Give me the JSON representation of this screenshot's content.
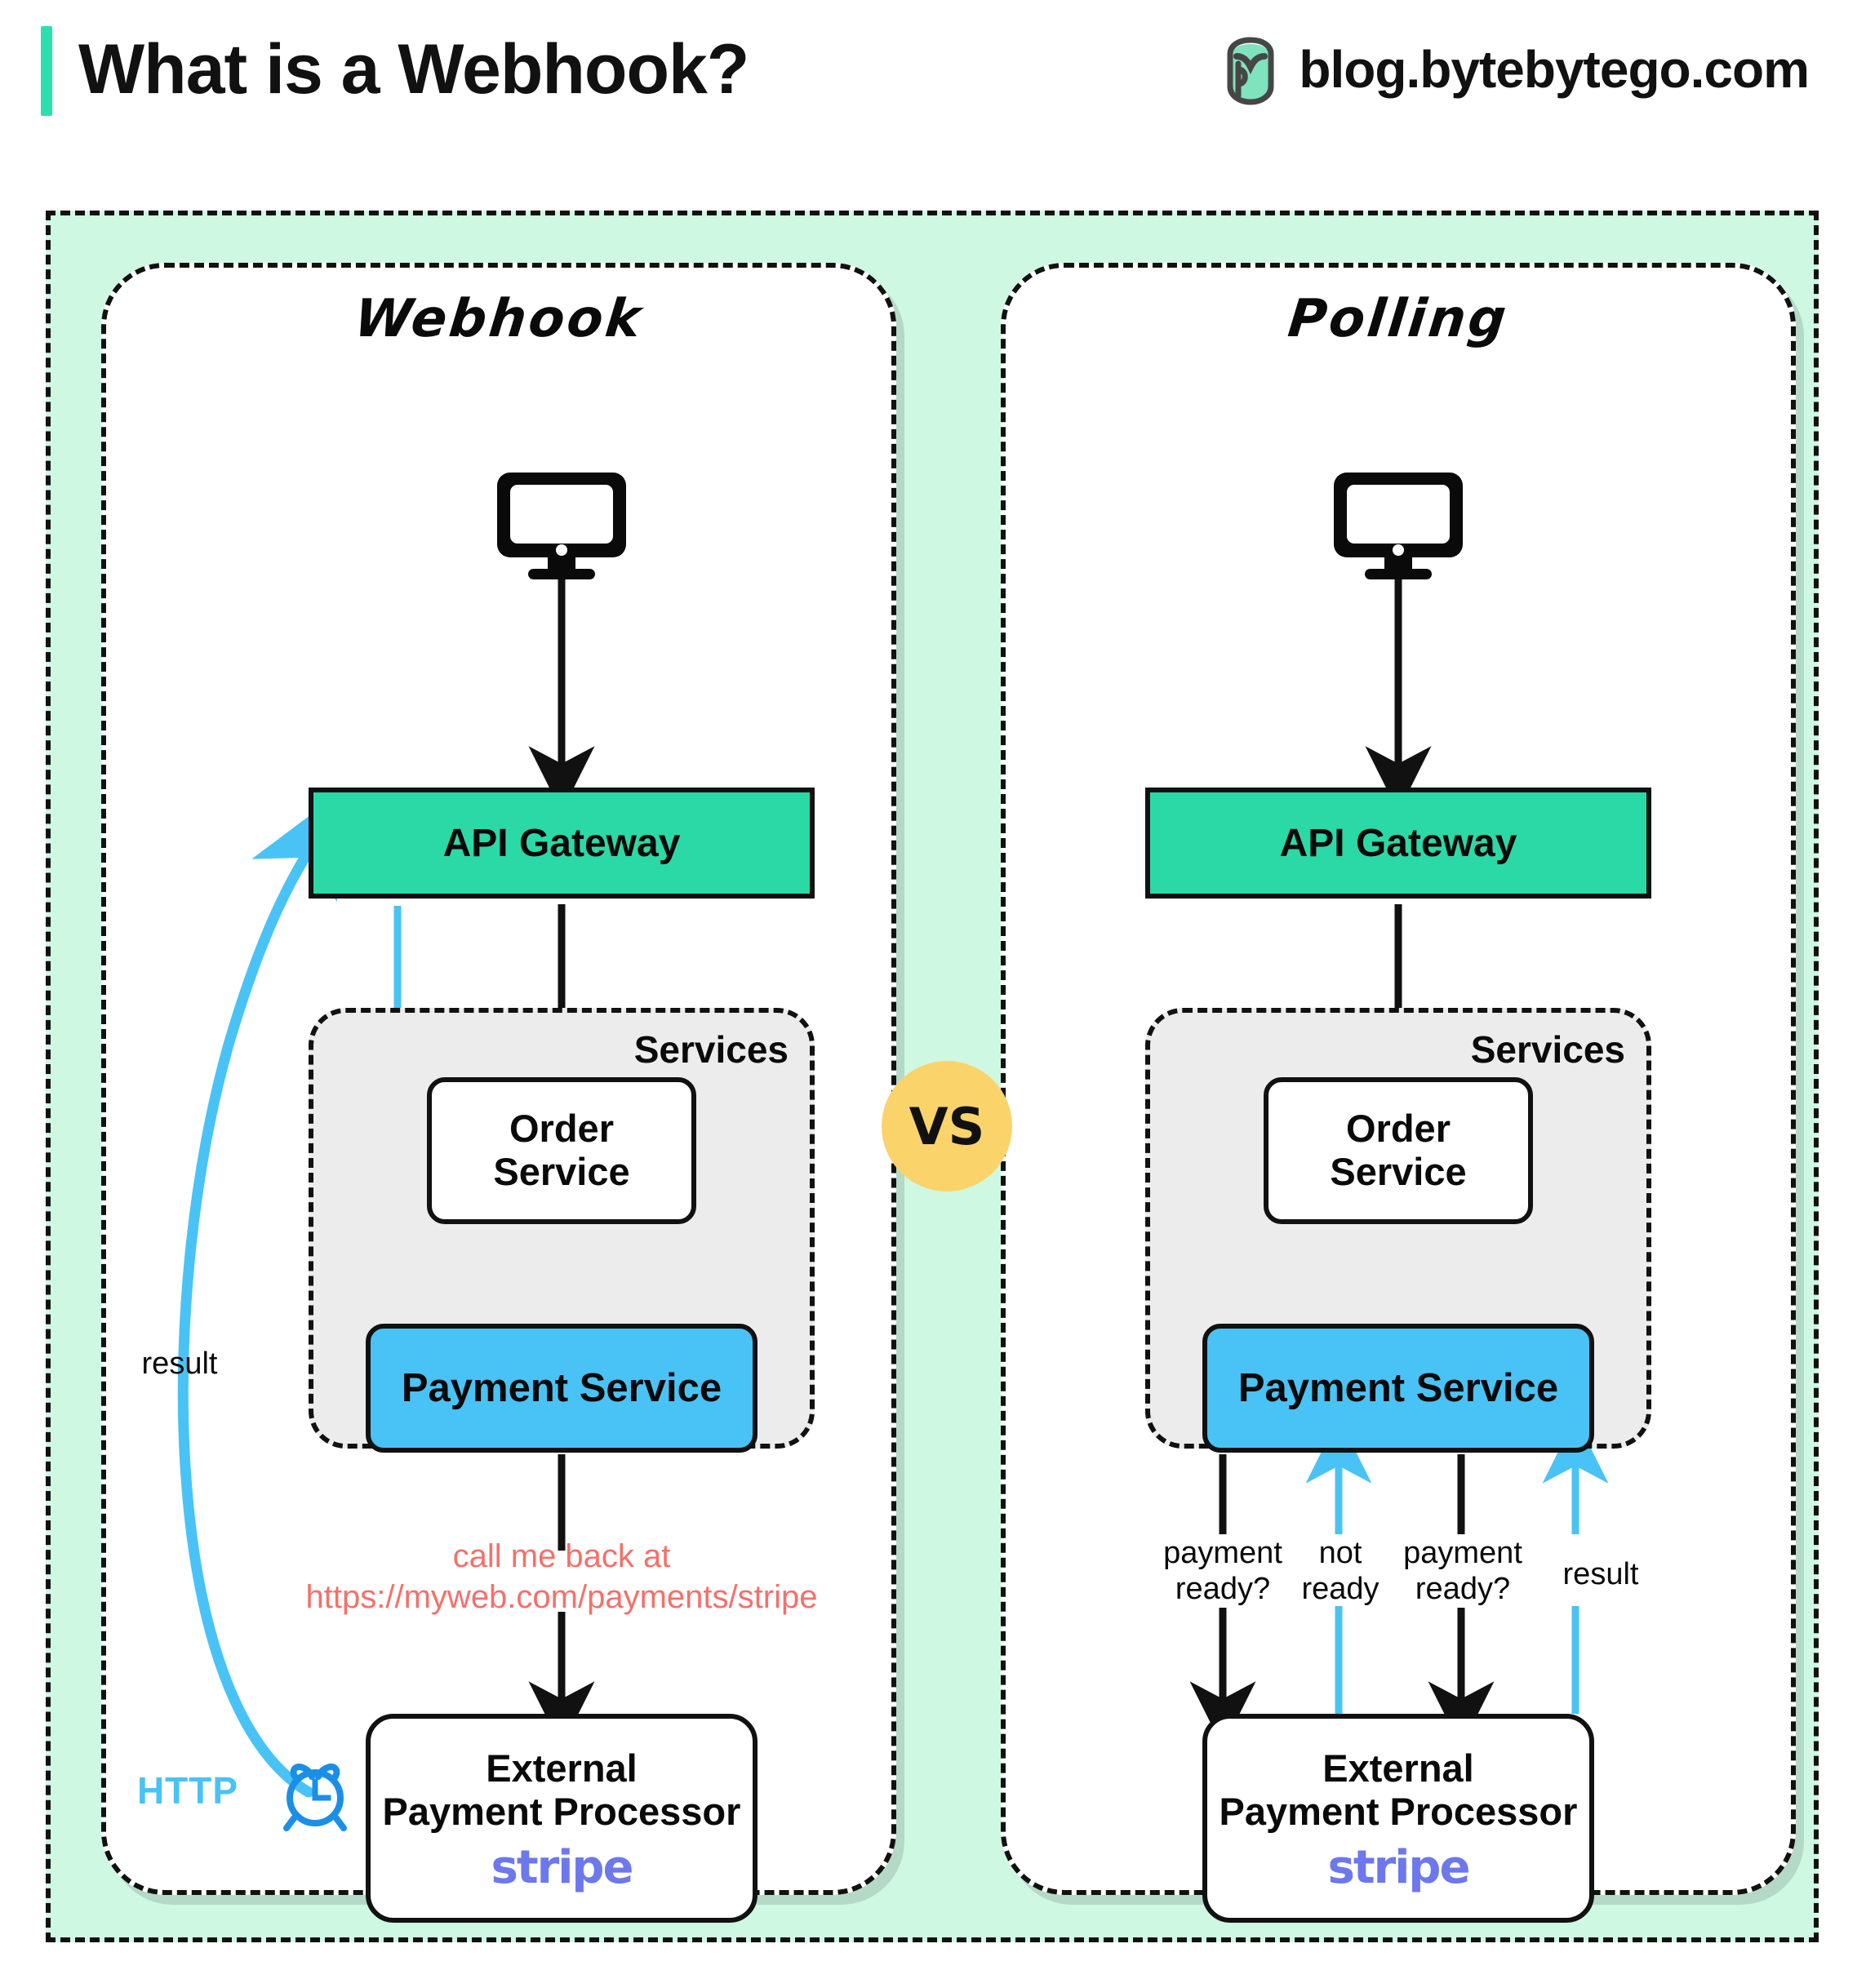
{
  "header": {
    "title": "What is a Webhook?",
    "brand": "blog.bytebytego.com",
    "logo_icon": "bytebytego-logo-icon",
    "accent_color": "#2BE0AE"
  },
  "comparison": {
    "vs_label": "VS",
    "vs_color": "#FBD36B"
  },
  "panels": [
    {
      "id": "webhook",
      "title": "Webhook",
      "nodes": {
        "client_icon": "monitor-icon",
        "gateway": "API Gateway",
        "services_label": "Services",
        "order_service": "Order\nService",
        "payment_service": "Payment Service",
        "external_line1": "External",
        "external_line2": "Payment Processor",
        "stripe_logo": "stripe",
        "clock_icon": "alarm-clock-icon"
      },
      "labels": {
        "result": "result",
        "http": "HTTP",
        "callback_line1": "call me back at",
        "callback_line2": "https://myweb.com/payments/stripe"
      }
    },
    {
      "id": "polling",
      "title": "Polling",
      "nodes": {
        "client_icon": "monitor-icon",
        "gateway": "API Gateway",
        "services_label": "Services",
        "order_service": "Order\nService",
        "payment_service": "Payment Service",
        "external_line1": "External",
        "external_line2": "Payment Processor",
        "stripe_logo": "stripe"
      },
      "labels": {
        "poll1": "payment\nready?",
        "poll1_reply": "not\nready",
        "poll2": "payment\nready?",
        "poll2_reply": "result"
      }
    }
  ],
  "colors": {
    "page_bg": "#FFFFFF",
    "outer_bg": "#CFF8E3",
    "gateway": "#2BD9A6",
    "payment_service": "#49C3F5",
    "services_group": "#ECECEC",
    "callback_text": "#F5706A",
    "stripe": "#6C78EC",
    "arrow_black": "#111111",
    "arrow_blue": "#49C3F5",
    "clock_blue": "#1A8FE8"
  }
}
